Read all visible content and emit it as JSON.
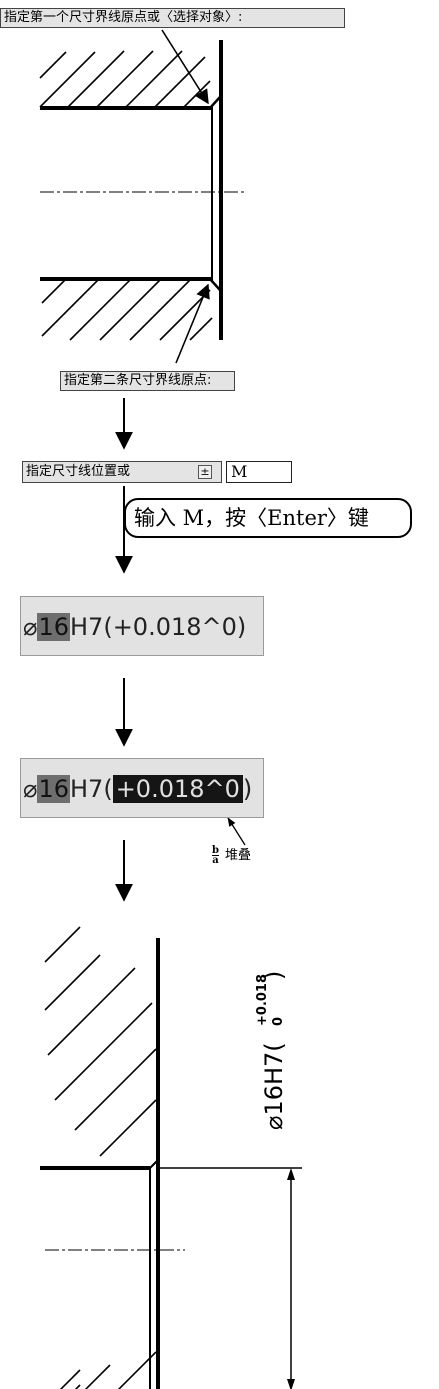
{
  "prompts": {
    "first": "指定第一个尺寸界线原点或〈选择对象〉:",
    "second": "指定第二条尺寸界线原点:",
    "third": "指定尺寸线位置或"
  },
  "input": {
    "value": "M",
    "expand_symbol": "±"
  },
  "callout": {
    "text": "输入 M，按〈Enter〉键"
  },
  "editor_before": {
    "diameter": "⌀",
    "number": "16",
    "fit": "H7(",
    "tolerance": "+0.018^0",
    "close": ")"
  },
  "editor_after": {
    "diameter": "⌀",
    "number": "16",
    "fit": "H7(",
    "tolerance": "+0.018^0",
    "close": ")"
  },
  "stack": {
    "icon_top": "b",
    "icon_bottom": "a",
    "label": "堆叠"
  },
  "dimension": {
    "main": "⌀16H7(",
    "upper": "+0.018",
    "lower": "0",
    "close": ")"
  }
}
